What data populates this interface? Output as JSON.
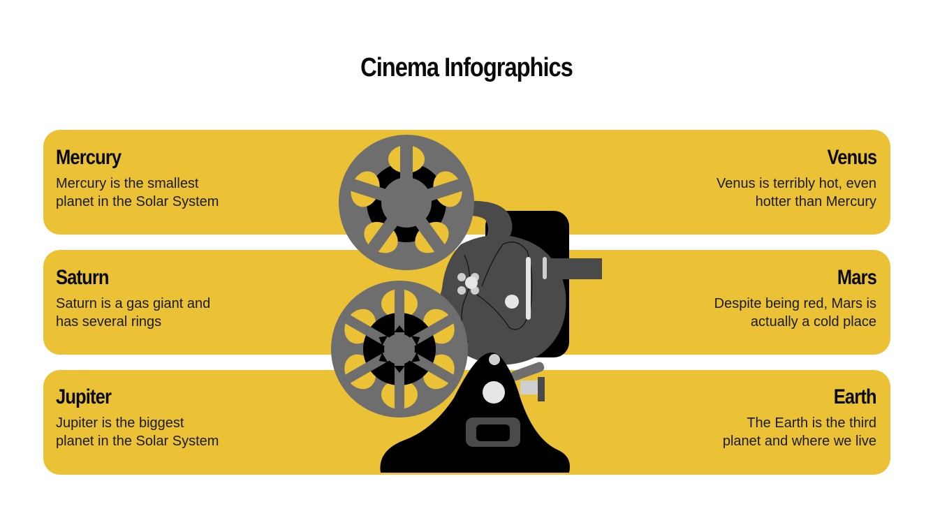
{
  "title": "Cinema Infographics",
  "colors": {
    "band": "#EBC236",
    "background": "#ffffff",
    "text": "#141414",
    "projector_dark": "#000000",
    "projector_body": "#4a4a4a",
    "reel_gray": "#6e6e6e",
    "highlight": "#dcdcdc"
  },
  "items": {
    "mercury": {
      "heading": "Mercury",
      "line1": "Mercury is the smallest",
      "line2": "planet in the Solar System"
    },
    "venus": {
      "heading": "Venus",
      "line1": "Venus is terribly hot, even",
      "line2": "hotter than Mercury"
    },
    "saturn": {
      "heading": "Saturn",
      "line1": "Saturn is a gas giant and",
      "line2": "has several rings"
    },
    "mars": {
      "heading": "Mars",
      "line1": "Despite being red, Mars is",
      "line2": "actually a cold place"
    },
    "jupiter": {
      "heading": "Jupiter",
      "line1": "Jupiter is the biggest",
      "line2": "planet in the Solar System"
    },
    "earth": {
      "heading": "Earth",
      "line1": "The Earth is the third",
      "line2": "planet and where we live"
    }
  },
  "illustration": {
    "icon": "film-projector-icon"
  }
}
